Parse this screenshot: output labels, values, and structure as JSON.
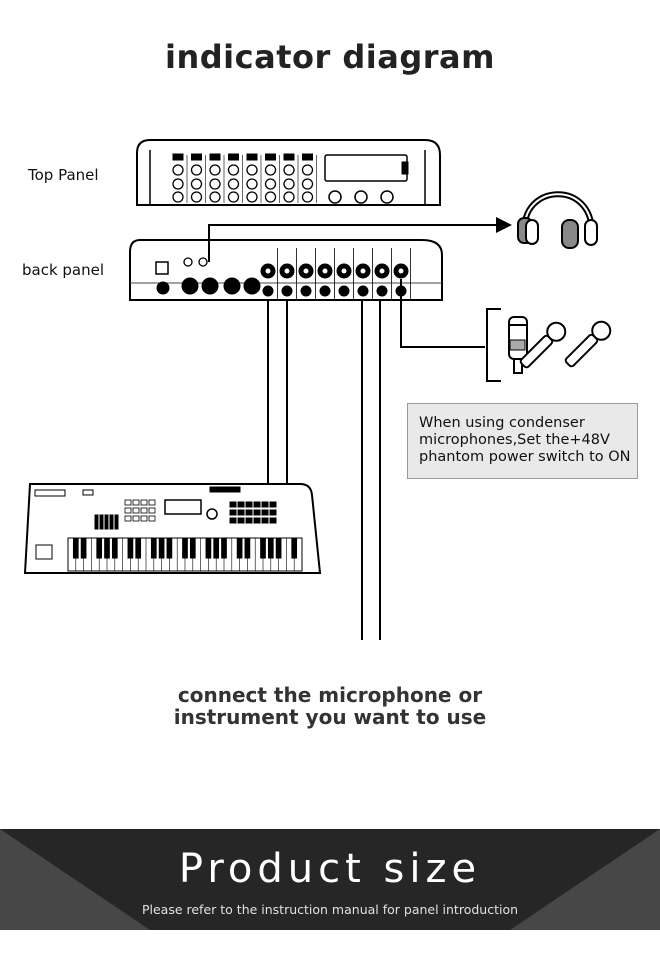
{
  "title": "indicator diagram",
  "labels": {
    "top_panel": "Top Panel",
    "back_panel": "back panel"
  },
  "note_lines": [
    "When using condenser",
    "microphones,Set the+48V",
    "phantom power switch to ON"
  ],
  "connect_lines": [
    "connect the microphone or",
    "instrument you want to use"
  ],
  "footer": {
    "heading": "Product size",
    "subtext": "Please refer to the instruction manual for panel introduction"
  }
}
